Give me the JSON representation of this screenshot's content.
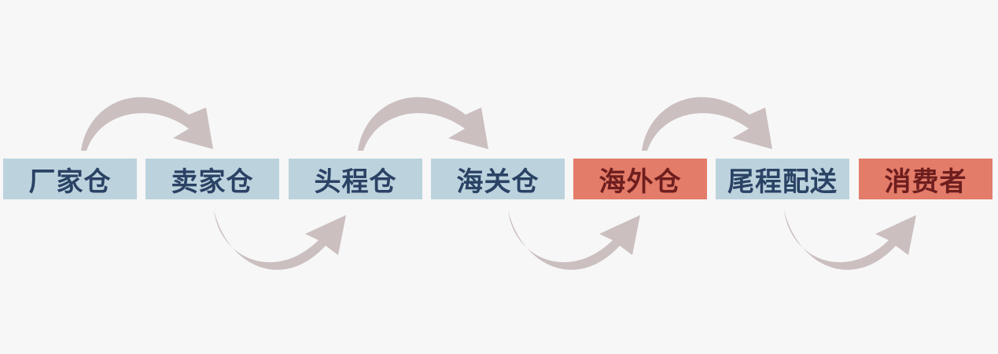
{
  "steps": [
    {
      "label": "厂家仓",
      "highlight": false
    },
    {
      "label": "卖家仓",
      "highlight": false
    },
    {
      "label": "头程仓",
      "highlight": false
    },
    {
      "label": "海关仓",
      "highlight": false
    },
    {
      "label": "海外仓",
      "highlight": true
    },
    {
      "label": "尾程配送",
      "highlight": false
    },
    {
      "label": "消费者",
      "highlight": true
    }
  ],
  "colors": {
    "box_normal": "#bcd3de",
    "text_normal": "#2a4264",
    "box_highlight": "#e37c69",
    "text_highlight": "#6e1e1e",
    "arrow": "#cbbfc0"
  }
}
